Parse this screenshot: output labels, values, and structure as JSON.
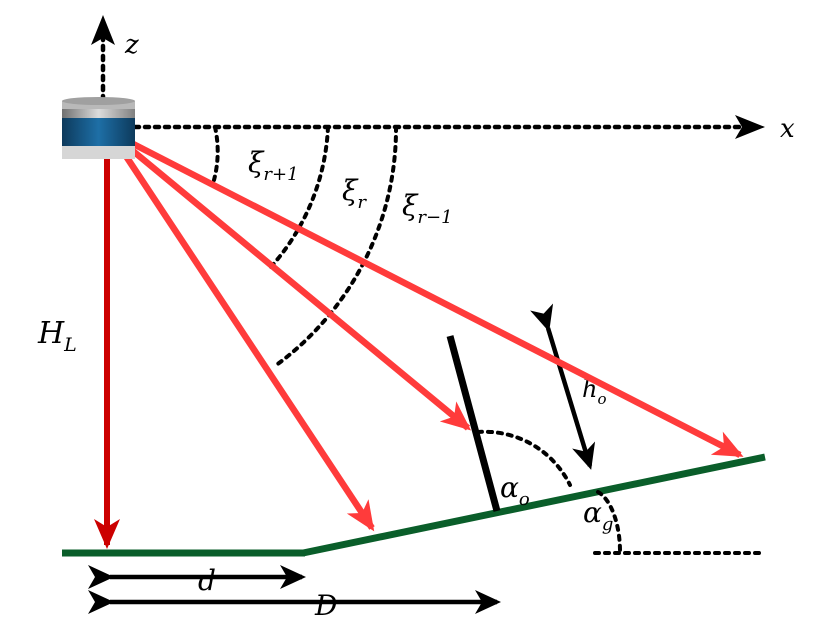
{
  "labels": {
    "z_axis": "z",
    "x_axis": "x",
    "xi_r_plus_1": {
      "base": "ξ",
      "sub": "r+1"
    },
    "xi_r": {
      "base": "ξ",
      "sub": "r"
    },
    "xi_r_minus_1": {
      "base": "ξ",
      "sub": "r−1"
    },
    "height_lidar": {
      "base": "H",
      "sub": "L"
    },
    "object_height": {
      "base": "h",
      "sub": "o"
    },
    "alpha_o": {
      "base": "α",
      "sub": "o"
    },
    "alpha_g": {
      "base": "α",
      "sub": "g"
    },
    "d": "d",
    "D": "D"
  },
  "colors": {
    "ray": "#ff3b3b",
    "height_arrow": "#cc0000",
    "ground": "#0a5e2a",
    "axis": "#000000",
    "object": "#000000"
  },
  "icons": {
    "lidar": "lidar-sensor-icon"
  }
}
